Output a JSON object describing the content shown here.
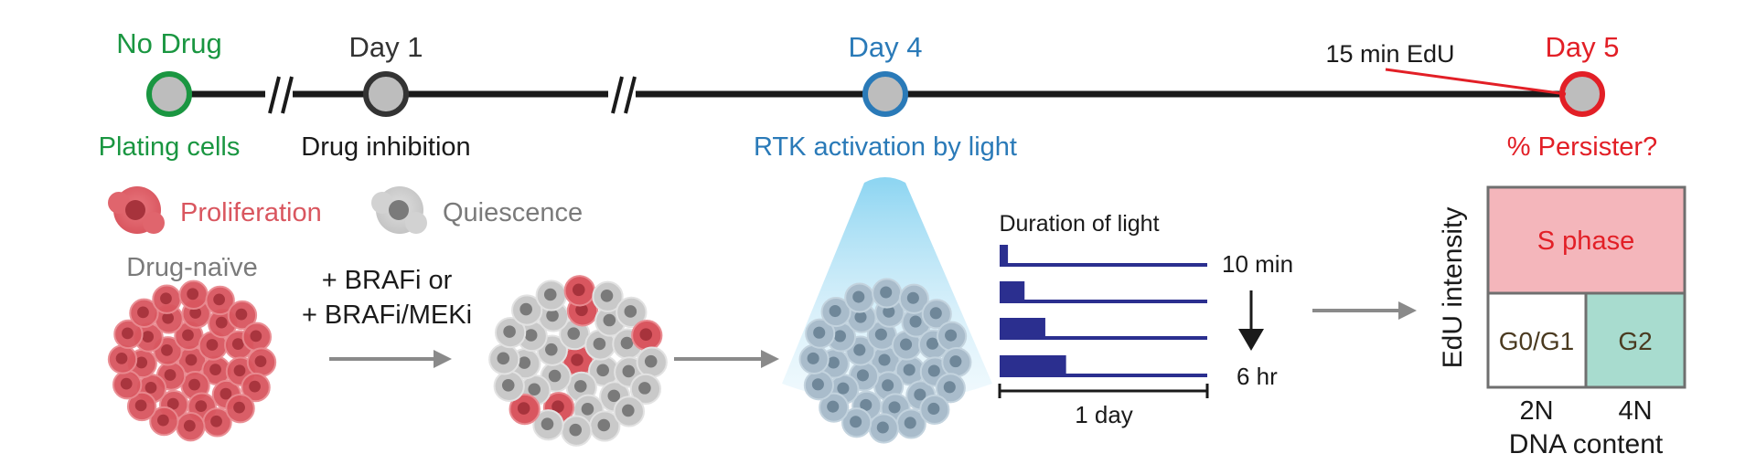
{
  "timeline": {
    "events": [
      {
        "title": "No Drug",
        "caption": "Plating cells",
        "color": "#1a9641"
      },
      {
        "title": "Day 1",
        "caption": "Drug inhibition",
        "color": "#333333"
      },
      {
        "title": "Day 4",
        "caption": "RTK activation by light",
        "color": "#2a7ab8"
      },
      {
        "title": "Day 5",
        "caption": "% Persister?",
        "color": "#e21f26"
      }
    ],
    "edu_note": "15 min EdU"
  },
  "legend": {
    "proliferation": "Proliferation",
    "quiescence": "Quiescence"
  },
  "cells": {
    "naive_label": "Drug-naïve",
    "treatment_line1": "+ BRAFi or",
    "treatment_line2": "+ BRAFi/MEKi"
  },
  "light_panel": {
    "title": "Duration of light",
    "top_label": "10 min",
    "bottom_label": "6 hr",
    "scale_label": "1 day",
    "bar_fractions": [
      0.04,
      0.12,
      0.22,
      0.32
    ],
    "bar_color": "#2b2f8f"
  },
  "cell_cycle_plot": {
    "ylabel": "EdU intensity",
    "xlabel": "DNA content",
    "ticks": [
      "2N",
      "4N"
    ],
    "s_phase": "S phase",
    "g0g1": "G0/G1",
    "g2": "G2",
    "colors": {
      "s_phase": "#f4b6bb",
      "g2": "#a8dccf",
      "g0g1": "#ffffff"
    }
  }
}
